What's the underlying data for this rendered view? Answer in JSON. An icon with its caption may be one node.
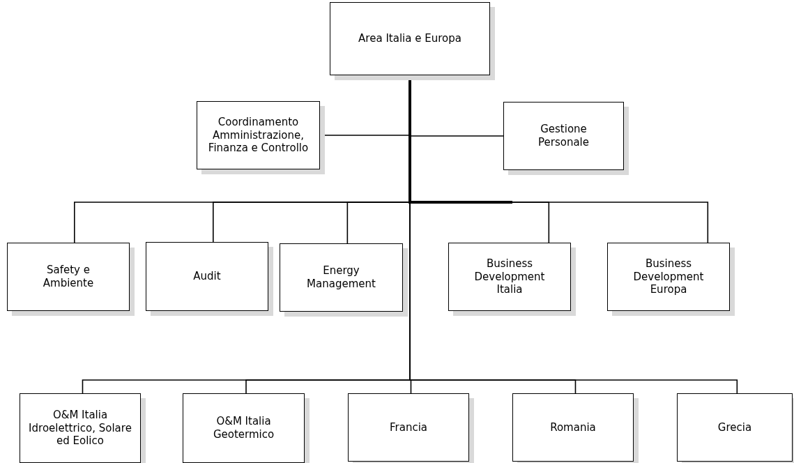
{
  "diagram": {
    "nodes": [
      {
        "text": [
          "Area Italia e Europa"
        ]
      },
      {
        "text": [
          "Coordinamento Amministrazione, Finanza e Controllo"
        ]
      },
      {
        "text": [
          "Gestione Personale"
        ]
      },
      {
        "text": [
          "Safety e Ambiente"
        ]
      },
      {
        "text": [
          "Audit"
        ]
      },
      {
        "text": [
          "Energy Management"
        ]
      },
      {
        "text": [
          "Business Development Italia"
        ]
      },
      {
        "text": [
          "Business Development Europa"
        ]
      },
      {
        "text": [
          "O&M Italia Idroelettrico, Solare ed Eolico"
        ]
      },
      {
        "text": [
          "O&M Italia Geotermico"
        ]
      },
      {
        "text": [
          "Francia"
        ]
      },
      {
        "text": [
          "Romania"
        ]
      },
      {
        "text": [
          "Grecia"
        ]
      }
    ],
    "edges": [
      {
        "from": 0,
        "to": 1,
        "arrow": "none"
      },
      {
        "from": 0,
        "to": 2,
        "arrow": "none"
      },
      {
        "from": 0,
        "to": 3,
        "arrow": "none"
      },
      {
        "from": 0,
        "to": 4,
        "arrow": "none"
      },
      {
        "from": 0,
        "to": 5,
        "arrow": "none"
      },
      {
        "from": 0,
        "to": 6,
        "arrow": "none"
      },
      {
        "from": 0,
        "to": 7,
        "arrow": "none"
      },
      {
        "from": 0,
        "to": 8,
        "arrow": "none"
      },
      {
        "from": 0,
        "to": 9,
        "arrow": "none"
      },
      {
        "from": 0,
        "to": 10,
        "arrow": "none"
      },
      {
        "from": 0,
        "to": 11,
        "arrow": "none"
      },
      {
        "from": 0,
        "to": 12,
        "arrow": "none"
      }
    ]
  }
}
